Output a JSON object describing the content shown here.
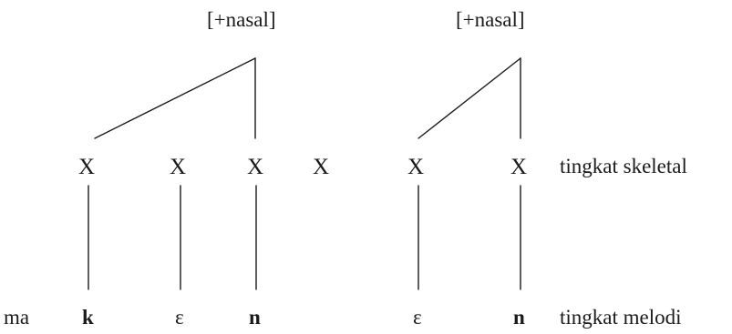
{
  "features": {
    "left": "[+nasal]",
    "right": "[+nasal]"
  },
  "skeleton": [
    "X",
    "X",
    "X",
    "X",
    "X",
    "X"
  ],
  "melody": {
    "prefix": "ma",
    "segments": [
      "k",
      "ε",
      "n",
      "ε",
      "n"
    ]
  },
  "tier_labels": {
    "skeletal": "tingkat skeletal",
    "melodic": "tingkat melodi"
  }
}
